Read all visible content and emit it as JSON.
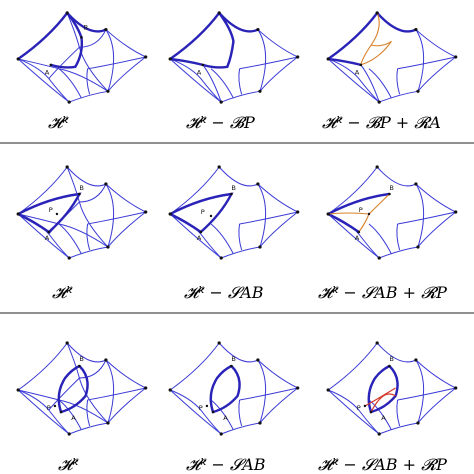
{
  "rows": [
    {
      "captions": [
        "𝓗ᵏ",
        "𝓗ᵏ − 𝓑P",
        "𝓗ᵏ − 𝓑P + 𝓡A"
      ],
      "labels": [
        [
          "B",
          "A"
        ],
        [
          "A"
        ],
        [
          "A"
        ]
      ]
    },
    {
      "captions": [
        "𝓗ᵏ",
        "𝓗ᵏ − 𝓢AB",
        "𝓗ᵏ − 𝓢AB + 𝓡P"
      ],
      "labels": [
        [
          "B",
          "P",
          "A"
        ],
        [
          "B",
          "P",
          "A"
        ],
        [
          "B",
          "P",
          "A"
        ]
      ]
    },
    {
      "captions": [
        "𝓗ᵏ",
        "𝓗ᵏ − 𝓢AB",
        "𝓗ᵏ − 𝓢AB + 𝓡P"
      ],
      "labels": [
        [
          "B",
          "P",
          "A"
        ],
        [
          "B",
          "P",
          "A"
        ],
        [
          "B",
          "P",
          "A"
        ]
      ]
    }
  ]
}
